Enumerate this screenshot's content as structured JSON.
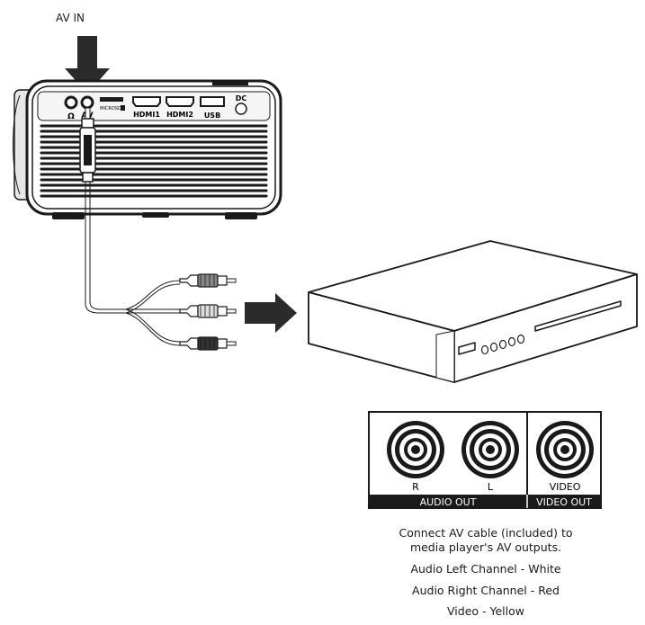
{
  "callout": {
    "av_in": "AV IN"
  },
  "projector": {
    "port_headphone": "Ω",
    "port_av": "AV",
    "port_microsd": "MICROSD",
    "port_hdmi1": "HDMI1",
    "port_hdmi2": "HDMI2",
    "port_usb": "USB",
    "port_dc": "DC"
  },
  "outputs_panel": {
    "jack_r": "R",
    "jack_l": "L",
    "jack_video": "VIDEO",
    "audio_out": "AUDIO OUT",
    "video_out": "VIDEO OUT"
  },
  "caption": {
    "line1": "Connect AV cable (included) to",
    "line2": "media player's AV outputs.",
    "line3": "Audio Left Channel - White",
    "line4": "Audio Right Channel - Red",
    "line5": "Video - Yellow"
  },
  "colors": {
    "ink": "#1a1a1a",
    "dark": "#333333",
    "mid": "#888888",
    "light": "#dddddd"
  }
}
